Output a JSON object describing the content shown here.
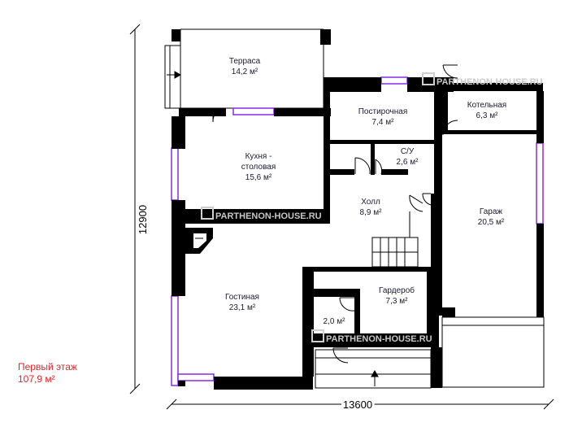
{
  "plan": {
    "floor_label": "Первый этаж",
    "floor_area": "107,9 м²",
    "width_dim": "13600",
    "height_dim": "12900",
    "watermark": "PARTHENON-HOUSE.RU",
    "colors": {
      "wall": "#000000",
      "window": "#8a2be2",
      "text": "#1a1a2e",
      "floor_label": "#e0262b"
    }
  },
  "rooms": {
    "terrace": {
      "name": "Терраса",
      "area": "14,2 м²"
    },
    "kitchen": {
      "name_1": "Кухня -",
      "name_2": "столовая",
      "area": "15,6 м²"
    },
    "laundry": {
      "name": "Постирочная",
      "area": "7,4 м²"
    },
    "boiler": {
      "name": "Котельная",
      "area": "6,3 м²"
    },
    "wc": {
      "name": "С/У",
      "area": "2,6 м²"
    },
    "hall": {
      "name": "Холл",
      "area": "8,9 м²"
    },
    "garage": {
      "name": "Гараж",
      "area": "20,5 м²"
    },
    "living": {
      "name": "Гостиная",
      "area": "23,1 м²"
    },
    "wardrobe": {
      "name": "Гардероб",
      "area": "7,3 м²"
    },
    "storage": {
      "area": "2,0 м²"
    }
  }
}
